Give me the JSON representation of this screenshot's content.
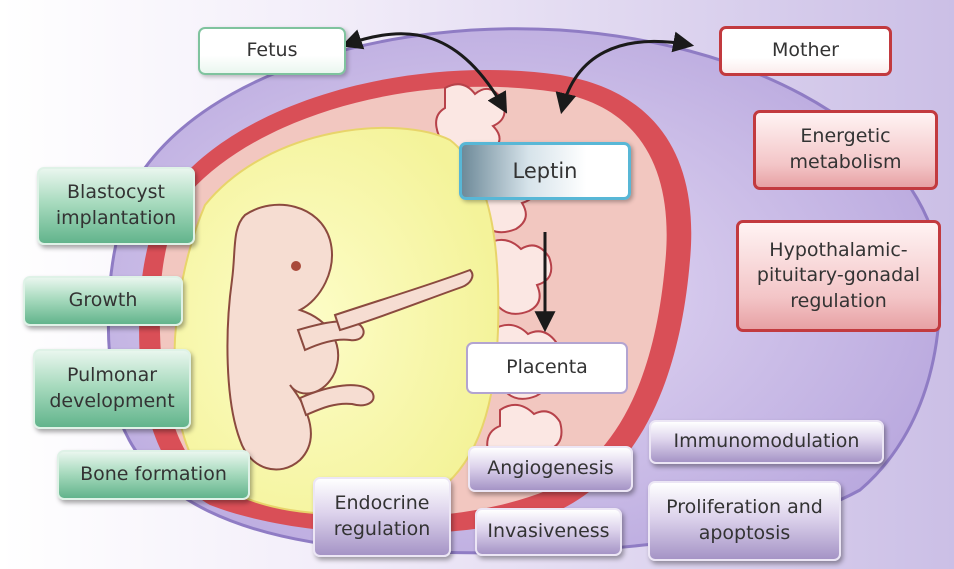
{
  "labels": {
    "fetus": "Fetus",
    "mother": "Mother",
    "leptin": "Leptin",
    "placenta": "Placenta",
    "energetic_metabolism": "Energetic\nmetabolism",
    "hpg_regulation": "Hypothalamic-\npituitary-gonadal\nregulation",
    "blastocyst_implantation": "Blastocyst\nimplantation",
    "growth": "Growth",
    "pulmonar_development": "Pulmonar\ndevelopment",
    "bone_formation": "Bone formation",
    "endocrine_regulation": "Endocrine\nregulation",
    "angiogenesis": "Angiogenesis",
    "invasiveness": "Invasiveness",
    "immunomodulation": "Immunomodulation",
    "proliferation_apoptosis": "Proliferation and\napoptosis"
  },
  "colors": {
    "fetal_effects": "#7cc49f",
    "maternal_effects": "#c23a3f",
    "placental_effects": "#a594c6",
    "leptin_border": "#58b7d6",
    "uterus_purple": "#c7b9e8",
    "amniotic_yellow": "#fbfbb0"
  }
}
